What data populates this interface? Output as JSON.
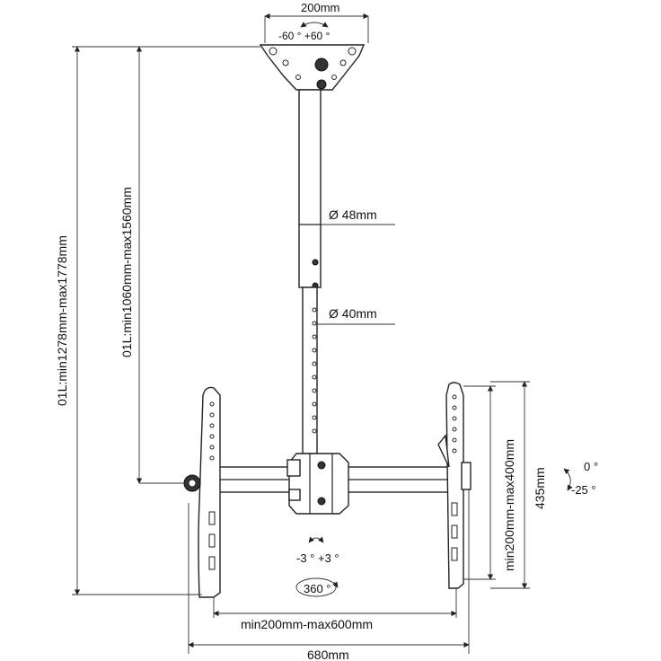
{
  "diagram": {
    "plate_width": "200mm",
    "ceiling_swivel": "-60 °  +60 °",
    "tube_upper_diameter": "Ø 48mm",
    "tube_lower_diameter": "Ø 40mm",
    "overall_height": "01L:min1278mm-max1778mm",
    "pole_height": "01L:min1060mm-max1560mm",
    "vesa_height": "min200mm-max400mm",
    "bracket_height": "435mm",
    "tilt_upper": "0 °",
    "tilt_lower": "-25 °",
    "level_adjust": "-3 °  +3 °",
    "rotation": "360 °",
    "vesa_width": "min200mm-max600mm",
    "overall_width": "680mm"
  }
}
